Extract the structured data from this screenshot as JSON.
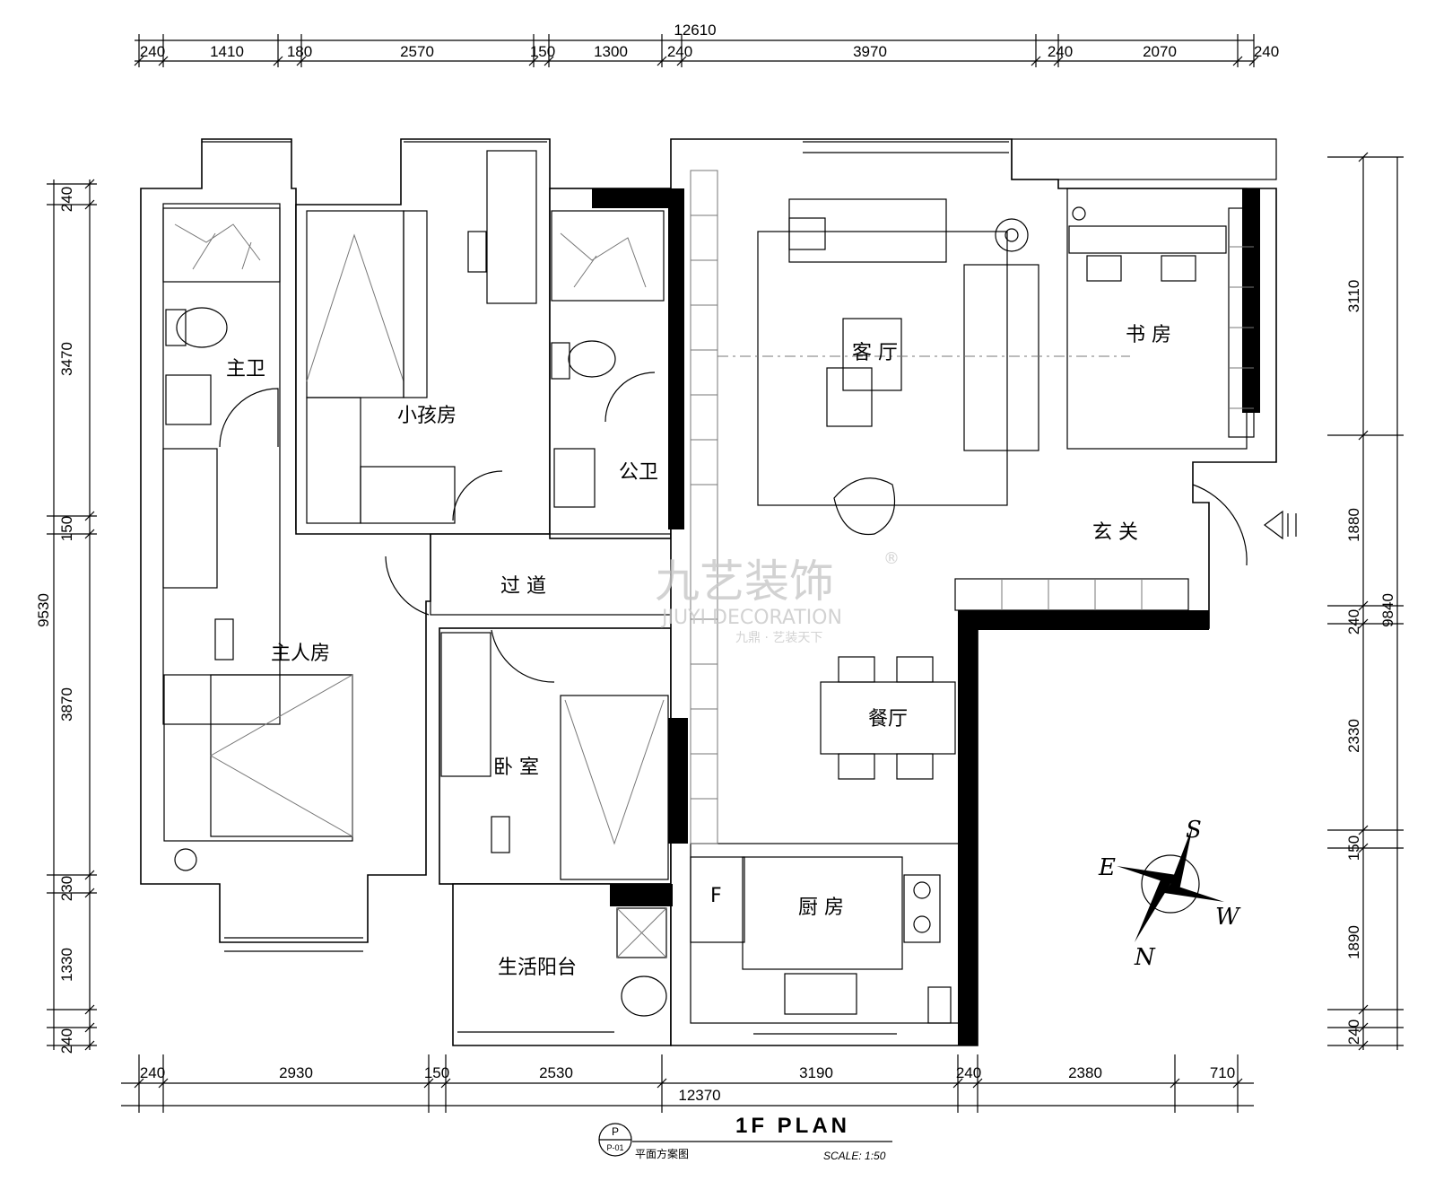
{
  "title": {
    "main": "1F PLAN",
    "sub": "平面方案图",
    "scale": "SCALE:  1:50",
    "sheet_letter": "P",
    "sheet_no": "P-01"
  },
  "dimensions": {
    "top_total": "12610",
    "top": [
      "240",
      "1410",
      "180",
      "2570",
      "150",
      "1300",
      "240",
      "3970",
      "240",
      "2070",
      "240"
    ],
    "bottom_total": "12370",
    "bottom": [
      "240",
      "2930",
      "150",
      "2530",
      "3190",
      "240",
      "2380",
      "710"
    ],
    "left_total": "9530",
    "left": [
      "240",
      "3470",
      "150",
      "3870",
      "230",
      "1330",
      "240"
    ],
    "right_total": "9840",
    "right": [
      "3110",
      "1880",
      "240",
      "2330",
      "150",
      "1890",
      "240"
    ]
  },
  "rooms": {
    "master_bath": "主卫",
    "kids_room": "小孩房",
    "public_bath": "公卫",
    "living_room": "客 厅",
    "study": "书 房",
    "entrance": "玄 关",
    "corridor": "过 道",
    "master_bedroom": "主人房",
    "dining": "餐厅",
    "bedroom": "卧 室",
    "kitchen": "厨 房",
    "service_balcony": "生活阳台"
  },
  "fridge_label": "F",
  "watermark": {
    "brand": "九艺装饰",
    "registered": "®",
    "english": "JIUYI DECORATION",
    "slogan": "九鼎 · 艺装天下"
  },
  "compass": {
    "top": "S",
    "left": "E",
    "right": "W",
    "bottom": "N"
  },
  "colors": {
    "line": "#000000",
    "wall_fill": "#000000",
    "watermark": "#c8c8c8"
  }
}
